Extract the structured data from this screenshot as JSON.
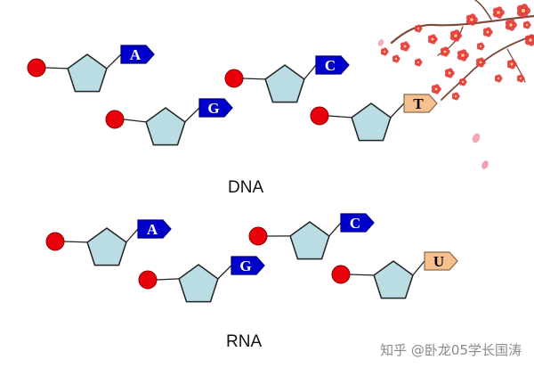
{
  "colors": {
    "phosphate": "#e8000b",
    "sugar_fill": "#b9dde2",
    "stroke": "#222222",
    "purine_fill": "#0000cc",
    "purine_text": "#ffffff",
    "pyrimidine_fill": "#f7c08f",
    "pyrimidine_text": "#000000",
    "blossom": "#e23a3a",
    "branch": "#7a4a3a"
  },
  "dna": {
    "label": "DNA",
    "nucleotides": [
      {
        "name": "dna-nucleotide-a",
        "base": "A",
        "kind": "purine"
      },
      {
        "name": "dna-nucleotide-c",
        "base": "C",
        "kind": "purine"
      },
      {
        "name": "dna-nucleotide-g",
        "base": "G",
        "kind": "purine"
      },
      {
        "name": "dna-nucleotide-t",
        "base": "T",
        "kind": "pyrimidine"
      }
    ]
  },
  "rna": {
    "label": "RNA",
    "nucleotides": [
      {
        "name": "rna-nucleotide-a",
        "base": "A",
        "kind": "purine"
      },
      {
        "name": "rna-nucleotide-c",
        "base": "C",
        "kind": "purine"
      },
      {
        "name": "rna-nucleotide-g",
        "base": "G",
        "kind": "purine"
      },
      {
        "name": "rna-nucleotide-u",
        "base": "U",
        "kind": "pyrimidine"
      }
    ]
  },
  "watermark": "知乎 @卧龙05学长国涛",
  "decoration": {
    "name": "plum-blossom-branch-icon"
  }
}
